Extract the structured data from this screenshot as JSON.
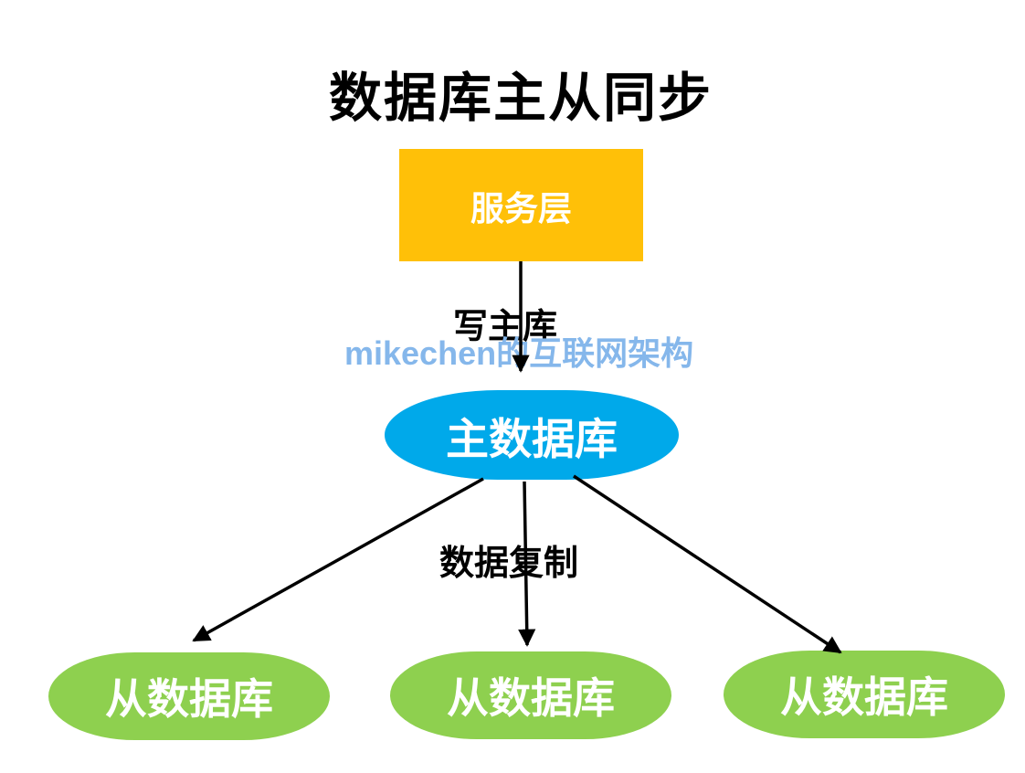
{
  "title": "数据库主从同步",
  "watermark": {
    "text": "mikechen的互联网架构",
    "color": "#85B7EB"
  },
  "diagram": {
    "service_layer": {
      "label": "服务层",
      "color": "#FFC008",
      "text_color": "#FFFFFF"
    },
    "master_db": {
      "label": "主数据库",
      "color": "#00A9EA",
      "text_color": "#FFFFFF"
    },
    "slave_dbs": [
      {
        "label": "从数据库"
      },
      {
        "label": "从数据库"
      },
      {
        "label": "从数据库"
      }
    ],
    "slave_color": "#8ED04F",
    "edge_labels": {
      "write": "写主库",
      "replicate": "数据复制"
    },
    "arrow_color": "#000000"
  }
}
